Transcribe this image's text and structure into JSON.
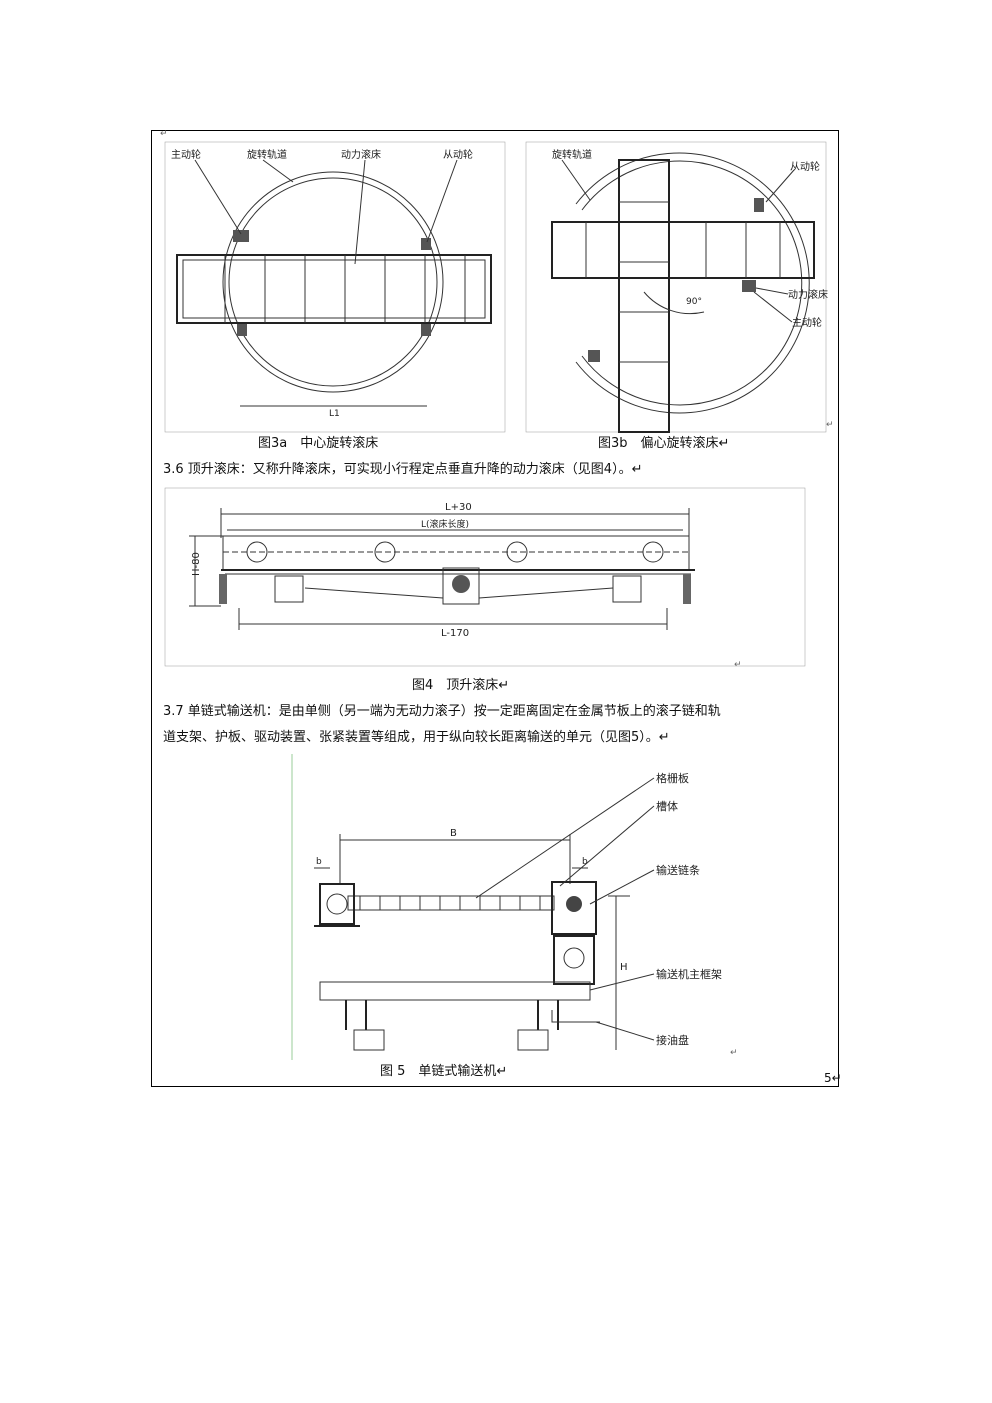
{
  "fig3a": {
    "labels": {
      "drive_wheel": "主动轮",
      "rotary_track": "旋转轨道",
      "powered_roller_bed": "动力滚床",
      "driven_wheel": "从动轮",
      "dim_l1": "L1"
    },
    "caption": "图3a　中心旋转滚床"
  },
  "fig3b": {
    "labels": {
      "rotary_track": "旋转轨道",
      "driven_wheel": "从动轮",
      "powered_roller_bed": "动力滚床",
      "drive_wheel": "主动轮",
      "angle": "90°"
    },
    "caption": "图3b　偏心旋转滚床↵"
  },
  "section_3_6": "3.6 顶升滚床：又称升降滚床，可实现小行程定点垂直升降的动力滚床（见图4）。↵",
  "fig4": {
    "dims": {
      "top": "L+30",
      "middle": "L(滚床长度)",
      "height": "H-80",
      "bottom": "L-170"
    },
    "caption": "图4　顶升滚床↵"
  },
  "section_3_7": {
    "line1": "3.7 单链式输送机：是由单侧（另一端为无动力滚子）按一定距离固定在金属节板上的滚子链和轨",
    "line2": "道支架、护板、驱动装置、张紧装置等组成，用于纵向较长距离输送的单元（见图5）。↵"
  },
  "fig5": {
    "labels": {
      "grating": "格栅板",
      "frame_body": "槽体",
      "chain": "输送链条",
      "main_frame": "输送机主框架",
      "oil_pan": "接油盘"
    },
    "dims": {
      "width": "B",
      "b_left": "b",
      "b_right": "b",
      "height": "H"
    },
    "caption": "图 5　单链式输送机↵"
  },
  "page_number": "5↵",
  "marks": {
    "return": "↵"
  }
}
